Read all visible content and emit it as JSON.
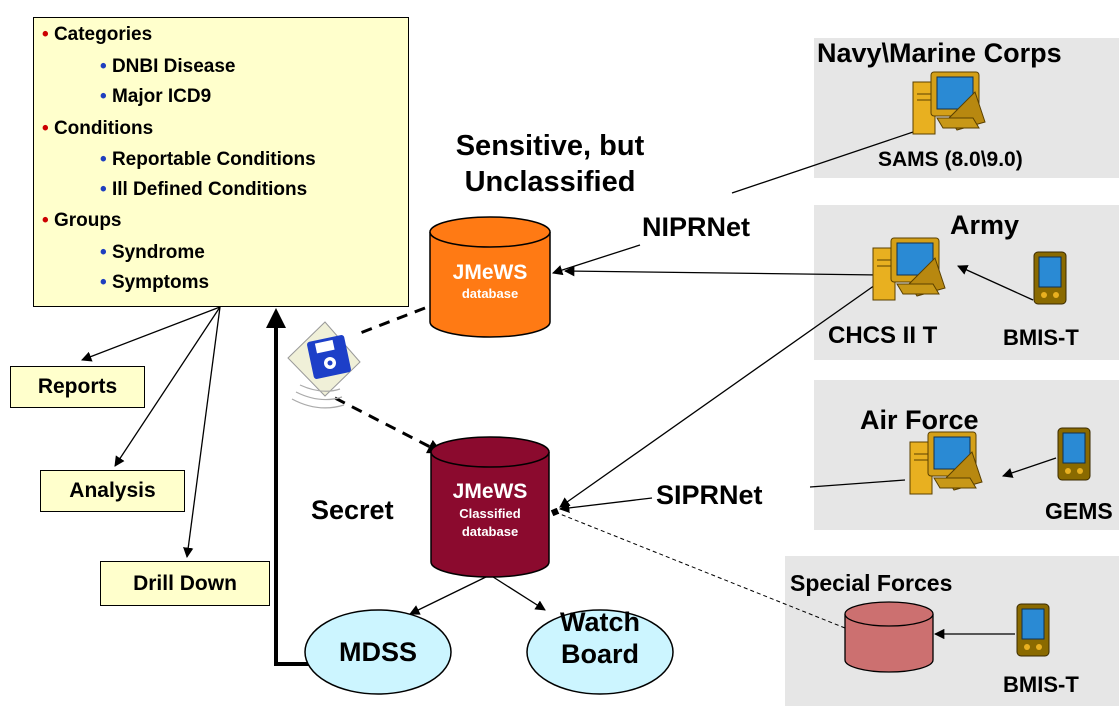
{
  "categories_box": {
    "items": [
      {
        "level": 1,
        "label": "Categories"
      },
      {
        "level": 2,
        "label": "DNBI Disease"
      },
      {
        "level": 2,
        "label": "Major ICD9"
      },
      {
        "level": 1,
        "label": "Conditions"
      },
      {
        "level": 2,
        "label": "Reportable Conditions"
      },
      {
        "level": 2,
        "label": "Ill Defined Conditions"
      },
      {
        "level": 1,
        "label": "Groups"
      },
      {
        "level": 2,
        "label": "Syndrome"
      },
      {
        "level": 2,
        "label": "Symptoms"
      }
    ],
    "bullet": "•"
  },
  "outputs": {
    "reports": "Reports",
    "analysis": "Analysis",
    "drill_down": "Drill Down"
  },
  "networks": {
    "sbu_line1": "Sensitive, but",
    "sbu_line2": "Unclassified",
    "niprnet": "NIPRNet",
    "siprnet": "SIPRNet",
    "secret": "Secret"
  },
  "databases": {
    "unclassified": {
      "name": "JMeWS",
      "sub": "database"
    },
    "classified": {
      "name": "JMeWS",
      "sub1": "Classified",
      "sub2": "database"
    }
  },
  "consumers": {
    "mdss": "MDSS",
    "watch_board_1": "Watch",
    "watch_board_2": "Board"
  },
  "sources": {
    "navy": {
      "title": "Navy\\Marine Corps",
      "system": "SAMS (8.0\\9.0)"
    },
    "army": {
      "title": "Army",
      "system1": "CHCS II T",
      "system2": "BMIS-T"
    },
    "air_force": {
      "title": "Air Force",
      "system": "GEMS"
    },
    "special_forces": {
      "title": "Special Forces",
      "system": "BMIS-T"
    }
  },
  "colors": {
    "box_fill": "#ffffcc",
    "panel_fill": "#e6e6e6",
    "unclassified_db": "#ff7a14",
    "classified_db": "#8b0a2e",
    "ellipse_fill": "#ccf5ff",
    "special_db": "#cc7070",
    "bullet_red": "#cc0000",
    "bullet_blue": "#1f3fbf"
  }
}
